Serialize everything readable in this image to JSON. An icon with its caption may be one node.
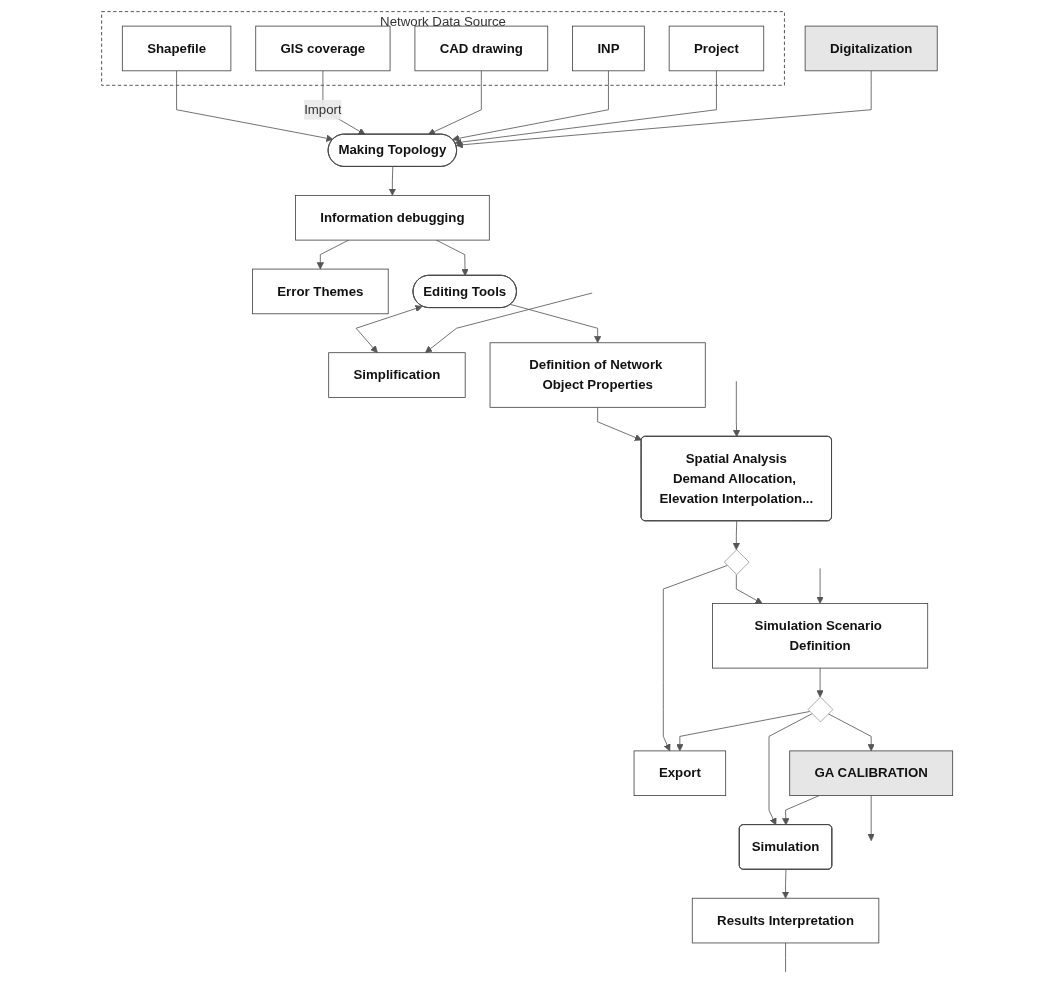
{
  "diagram": {
    "nodes": [
      {
        "text": [
          "Network Data Source"
        ]
      },
      {
        "text": [
          "Shapefile"
        ],
        "in": 0
      },
      {
        "text": [
          "GIS coverage"
        ],
        "in": 0
      },
      {
        "text": [
          "CAD drawing"
        ],
        "in": 0
      },
      {
        "text": [
          "INP"
        ],
        "in": 0
      },
      {
        "text": [
          "Project"
        ],
        "in": 0
      },
      {
        "text": [
          "Digitalization"
        ]
      },
      {
        "text": [
          "Making Topology"
        ]
      },
      {
        "text": [
          "Information debugging"
        ]
      },
      {
        "text": [
          "Error Themes"
        ]
      },
      {
        "text": [
          "Editing Tools"
        ]
      },
      {
        "text": [
          "Simplification"
        ]
      },
      {
        "text": [
          "Definition of Network Object Properties"
        ]
      },
      {
        "text": [
          "Spatial Analysis",
          "Demand Allocation, Elevation Interpolation..."
        ]
      },
      {
        "text": [],
        "shape": "diamond"
      },
      {
        "text": [
          "Simulation Scenario Definition"
        ]
      },
      {
        "text": [
          "Export"
        ]
      },
      {
        "text": [],
        "shape": "diamond"
      },
      {
        "text": [
          "GA CALIBRATION"
        ]
      },
      {
        "text": [
          "Simulation"
        ]
      },
      {
        "text": [
          "Results Interpretation"
        ]
      }
    ],
    "edges": [
      {
        "from": 1,
        "to": 7,
        "arrow": "to"
      },
      {
        "from": 2,
        "to": 7,
        "arrow": "to",
        "label": "Import"
      },
      {
        "from": 3,
        "to": 7,
        "arrow": "to"
      },
      {
        "from": 4,
        "to": 7,
        "arrow": "to"
      },
      {
        "from": 5,
        "to": 7,
        "arrow": "to"
      },
      {
        "from": 6,
        "to": 7,
        "arrow": "to"
      },
      {
        "from": 7,
        "to": 8,
        "arrow": "to"
      },
      {
        "from": 8,
        "to": 9,
        "arrow": "to"
      },
      {
        "from": 8,
        "to": 10,
        "arrow": "to"
      },
      {
        "from": 10,
        "to": 11,
        "arrow": "both"
      },
      {
        "from": null,
        "to": 11,
        "arrow": "to"
      },
      {
        "from": 10,
        "to": 12,
        "arrow": "to"
      },
      {
        "from": 12,
        "to": 13,
        "arrow": "to"
      },
      {
        "from": null,
        "to": 13,
        "arrow": "to"
      },
      {
        "from": 13,
        "to": 14,
        "arrow": "to"
      },
      {
        "from": 14,
        "to": 16,
        "arrow": "to"
      },
      {
        "from": 14,
        "to": 15,
        "arrow": "to"
      },
      {
        "from": null,
        "to": 15,
        "arrow": "to"
      },
      {
        "from": 15,
        "to": 17,
        "arrow": "to"
      },
      {
        "from": 17,
        "to": 16,
        "arrow": "to"
      },
      {
        "from": 17,
        "to": 18,
        "arrow": "to"
      },
      {
        "from": 17,
        "to": 19,
        "arrow": "to"
      },
      {
        "from": 18,
        "to": null,
        "arrow": "to"
      },
      {
        "from": 18,
        "to": 19,
        "arrow": "to"
      },
      {
        "from": 19,
        "to": 20,
        "arrow": "to"
      },
      {
        "from": 20,
        "to": null,
        "arrow": "none"
      }
    ]
  }
}
